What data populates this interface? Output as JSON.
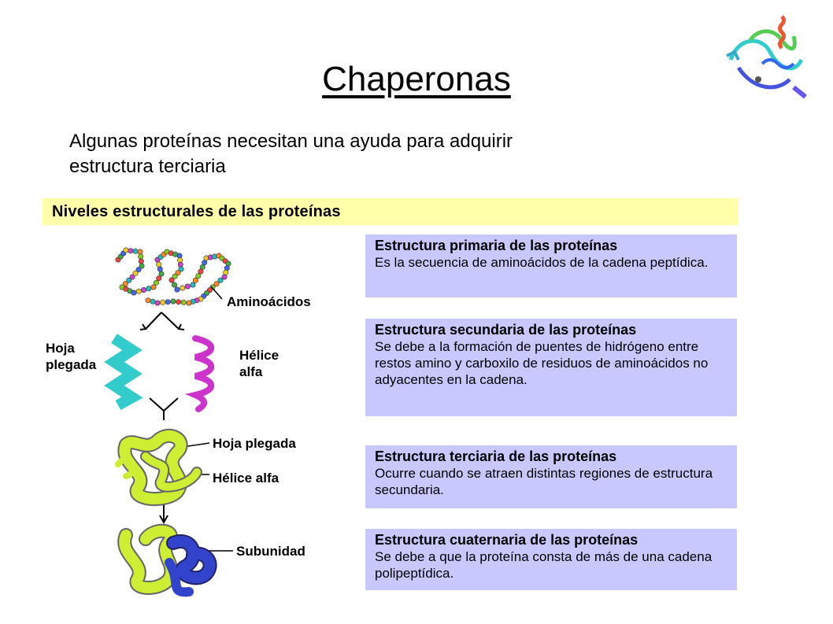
{
  "title": "Chaperonas",
  "subtitle": "Algunas proteínas necesitan una ayuda para adquirir estructura terciaria",
  "figure": {
    "banner": "Niveles estructurales de las proteínas",
    "labels": {
      "aminoacidos": "Aminoácidos",
      "hoja_plegada_1": "Hoja",
      "hoja_plegada_2": "plegada",
      "helice_alfa_1": "Hélice",
      "helice_alfa_2": "alfa",
      "hoja_plegada_tertiary": "Hoja plegada",
      "helice_alfa_tertiary": "Hélice alfa",
      "subunidad": "Subunidad"
    },
    "boxes": [
      {
        "heading": "Estructura primaria de las proteínas",
        "body": "Es la secuencia de aminoácidos de la cadena peptídica."
      },
      {
        "heading": "Estructura secundaria de las proteínas",
        "body": "Se debe a la formación de puentes de hidrógeno entre restos amino y carboxilo de residuos de aminoácidos no adyacentes en la cadena."
      },
      {
        "heading": "Estructura terciaria de las proteínas",
        "body": "Ocurre cuando se atraen distintas regiones de estructura secundaria."
      },
      {
        "heading": "Estructura cuaternaria de las proteínas",
        "body": "Se debe a que la proteína consta de más de una cadena polipeptídica."
      }
    ]
  },
  "colors": {
    "banner_bg": "#ffffaa",
    "box_bg": "#c8c8ff",
    "beta_sheet": "#33cccc",
    "alpha_helix": "#cc33cc",
    "tertiary": "#ccee33",
    "quaternary_subunit": "#3344cc"
  }
}
